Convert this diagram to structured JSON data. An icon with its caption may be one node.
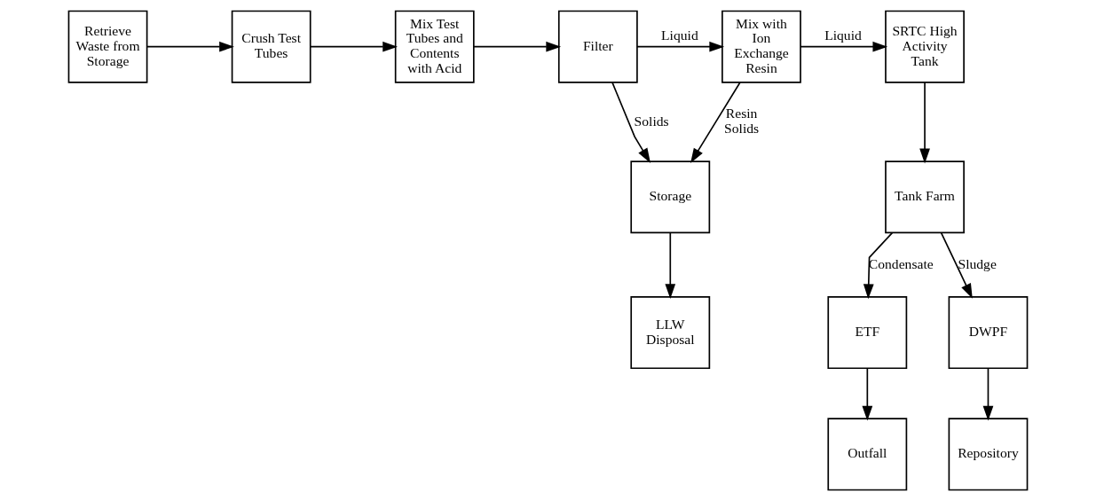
{
  "diagram": {
    "nodes": [
      {
        "text": [
          "Retrieve Waste from Storage"
        ]
      },
      {
        "text": [
          "Crush Test Tubes"
        ]
      },
      {
        "text": [
          "Mix Test Tubes and Contents with Acid"
        ]
      },
      {
        "text": [
          "Filter"
        ]
      },
      {
        "text": [
          "Mix with Ion Exchange Resin"
        ]
      },
      {
        "text": [
          "SRTC High Activity Tank"
        ]
      },
      {
        "text": [
          "Tank Farm"
        ]
      },
      {
        "text": [
          "Storage"
        ]
      },
      {
        "text": [
          "ETF"
        ]
      },
      {
        "text": [
          "DWPF"
        ]
      },
      {
        "text": [
          "LLW Disposal"
        ]
      },
      {
        "text": [
          "Outfall"
        ]
      },
      {
        "text": [
          "Repository"
        ]
      }
    ],
    "edges": [
      {
        "from": 0,
        "to": 1,
        "arrow": "to"
      },
      {
        "from": 1,
        "to": 2,
        "arrow": "to"
      },
      {
        "from": 2,
        "to": 3,
        "arrow": "to"
      },
      {
        "from": 3,
        "to": 4,
        "arrow": "to",
        "label": "Liquid"
      },
      {
        "from": 4,
        "to": 5,
        "arrow": "to",
        "label": "Liquid"
      },
      {
        "from": 5,
        "to": 6,
        "arrow": "to"
      },
      {
        "from": 3,
        "to": 7,
        "arrow": "to",
        "label": "Solids"
      },
      {
        "from": 4,
        "to": 7,
        "arrow": "to",
        "label": "Resin Solids"
      },
      {
        "from": 6,
        "to": 8,
        "arrow": "to",
        "label": "Condensate"
      },
      {
        "from": 6,
        "to": 9,
        "arrow": "to",
        "label": "Sludge"
      },
      {
        "from": 7,
        "to": 10,
        "arrow": "to"
      },
      {
        "from": 8,
        "to": 11,
        "arrow": "to"
      },
      {
        "from": 9,
        "to": 12,
        "arrow": "to"
      }
    ]
  }
}
